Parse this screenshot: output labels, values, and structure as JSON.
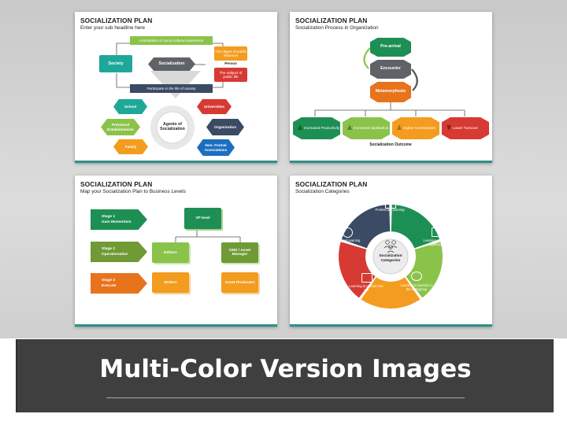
{
  "footer": {
    "title": "Multi-Color Version Images"
  },
  "slides": [
    {
      "title": "SOCIALIZATION PLAN",
      "subtitle": "Enter your sub headline here",
      "top_bar": "Assimilation of socio-cultural experience",
      "bottom_bar": "Participate in the life of society",
      "society": "Society",
      "socialization": "Socialization",
      "object": "The object of public influence",
      "person": "Person",
      "subject": "The subject of public life",
      "center": "Agents of Socialization",
      "agents": [
        "School",
        "Universities",
        "Preschool Establishments",
        "Organization",
        "Family",
        "Non- Formal Associations"
      ],
      "colors": {
        "green": "#8bc34a",
        "teal": "#1fa89a",
        "orange": "#f39c1f",
        "red": "#d63a33",
        "navy": "#3a4b63",
        "blue": "#1c6fc0"
      }
    },
    {
      "title": "SOCIALIZATION PLAN",
      "subtitle": "Socialization Process in Organization",
      "steps": [
        "Pre-arrival",
        "Encounter",
        "Metamorphosis"
      ],
      "outcomes": [
        "Increased Productivity",
        "Increased satisfaction",
        "Higher Commitment",
        "Lower Turnover"
      ],
      "outcome_label": "Socialization Outcome"
    },
    {
      "title": "SOCIALIZATION PLAN",
      "subtitle": "Map your Socialization Plan to Business Levels",
      "stages": [
        {
          "name": "Stage 1",
          "desc": "Gain Momentum"
        },
        {
          "name": "Stage 2",
          "desc": "Operationalize"
        },
        {
          "name": "Stage 3",
          "desc": "Execute"
        }
      ],
      "levels": [
        "VP level",
        "Editors",
        "CMS / Asset Manager",
        "Writers",
        "Asset Producers"
      ]
    },
    {
      "title": "SOCIALIZATION PLAN",
      "subtitle": "Socialization Categories",
      "center": "Socialization Categories",
      "segments": [
        "Preliminary learning",
        "Learning about the organization",
        "Learning to function in the workgroup",
        "Learning to perform the job",
        "Personal learning"
      ]
    }
  ]
}
